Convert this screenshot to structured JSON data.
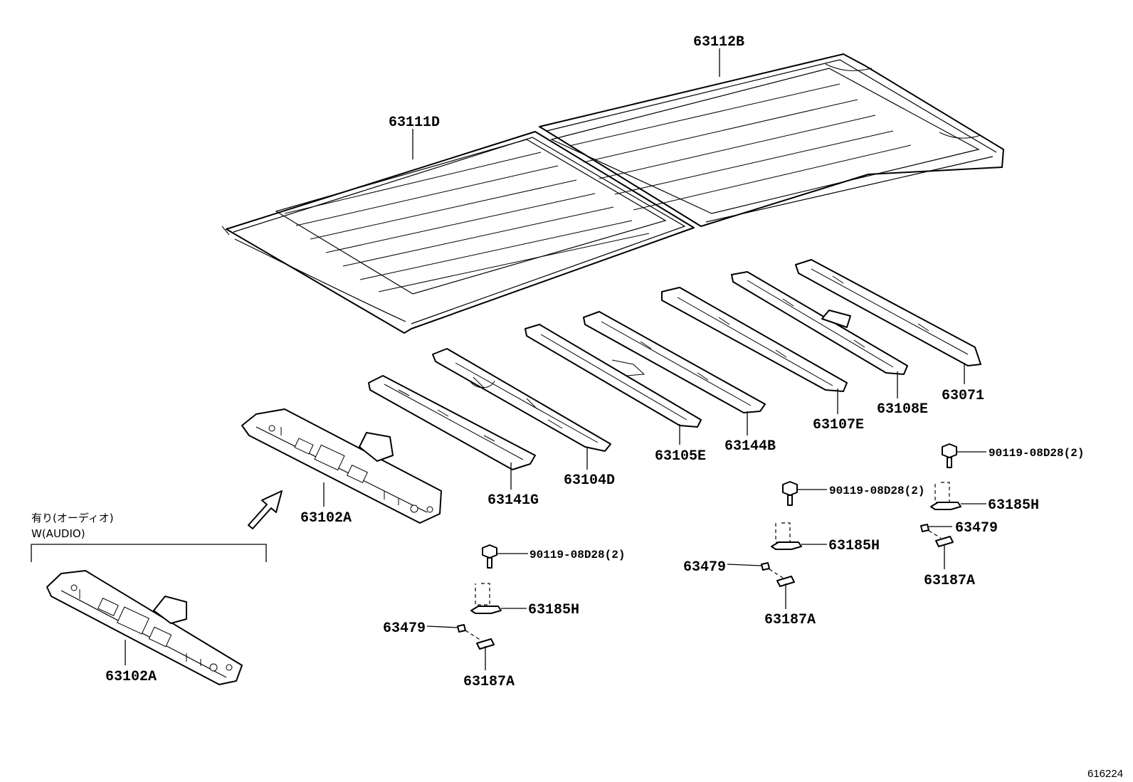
{
  "labels": {
    "roof_panel_front": "63111D",
    "roof_panel_rear": "63112B",
    "front_header": "63102A",
    "audio_header": "63102A",
    "bow_1": "63141G",
    "bow_2": "63104D",
    "bow_3": "63105E",
    "bow_4": "63144B",
    "bow_5": "63107E",
    "bow_6": "63108E",
    "bow_7": "63071",
    "bolt_a": "90119-08D28(2)",
    "bolt_b": "90119-08D28(2)",
    "bolt_c": "90119-08D28(2)",
    "bracket_a": "63185H",
    "bracket_b": "63185H",
    "bracket_c": "63185H",
    "clip_a": "63479",
    "clip_b": "63479",
    "clip_c": "63479",
    "retainer_a": "63187A",
    "retainer_b": "63187A",
    "retainer_c": "63187A"
  },
  "notes": {
    "audio_line1": "有り(オーディオ)",
    "audio_line2": "W(AUDIO)"
  },
  "figure_number": "616224"
}
